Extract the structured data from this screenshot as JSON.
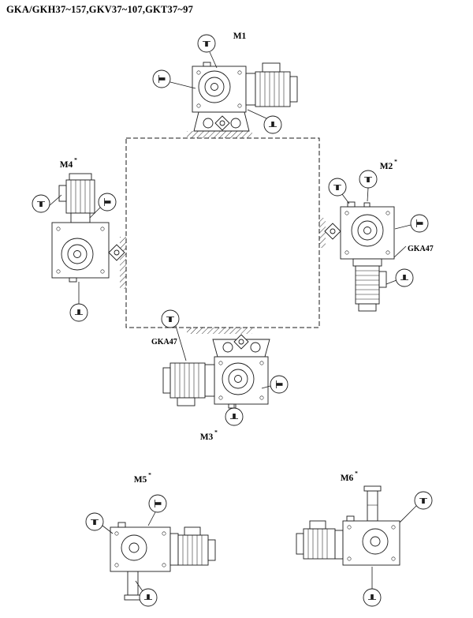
{
  "title": "GKA/GKH37~157,GKV37~107,GKT37~97",
  "positions": {
    "m1": {
      "label": "M1",
      "sup": ""
    },
    "m2": {
      "label": "M2",
      "sup": "*"
    },
    "m3": {
      "label": "M3",
      "sup": "*"
    },
    "m4": {
      "label": "M4",
      "sup": "*"
    },
    "m5": {
      "label": "M5",
      "sup": "*"
    },
    "m6": {
      "label": "M6",
      "sup": "*"
    }
  },
  "annotations": {
    "gka47_m2": "GKA47",
    "gka47_m3": "GKA47"
  },
  "icons": {
    "vent_plug_icon": "T-shaped breather plug symbol",
    "oil_level_plug_icon": "side-facing oil level plug symbol",
    "oil_drain_plug_icon": "inverted-T oil drain plug symbol"
  },
  "colors": {
    "line": "#1b1b1b",
    "background": "#ffffff"
  }
}
